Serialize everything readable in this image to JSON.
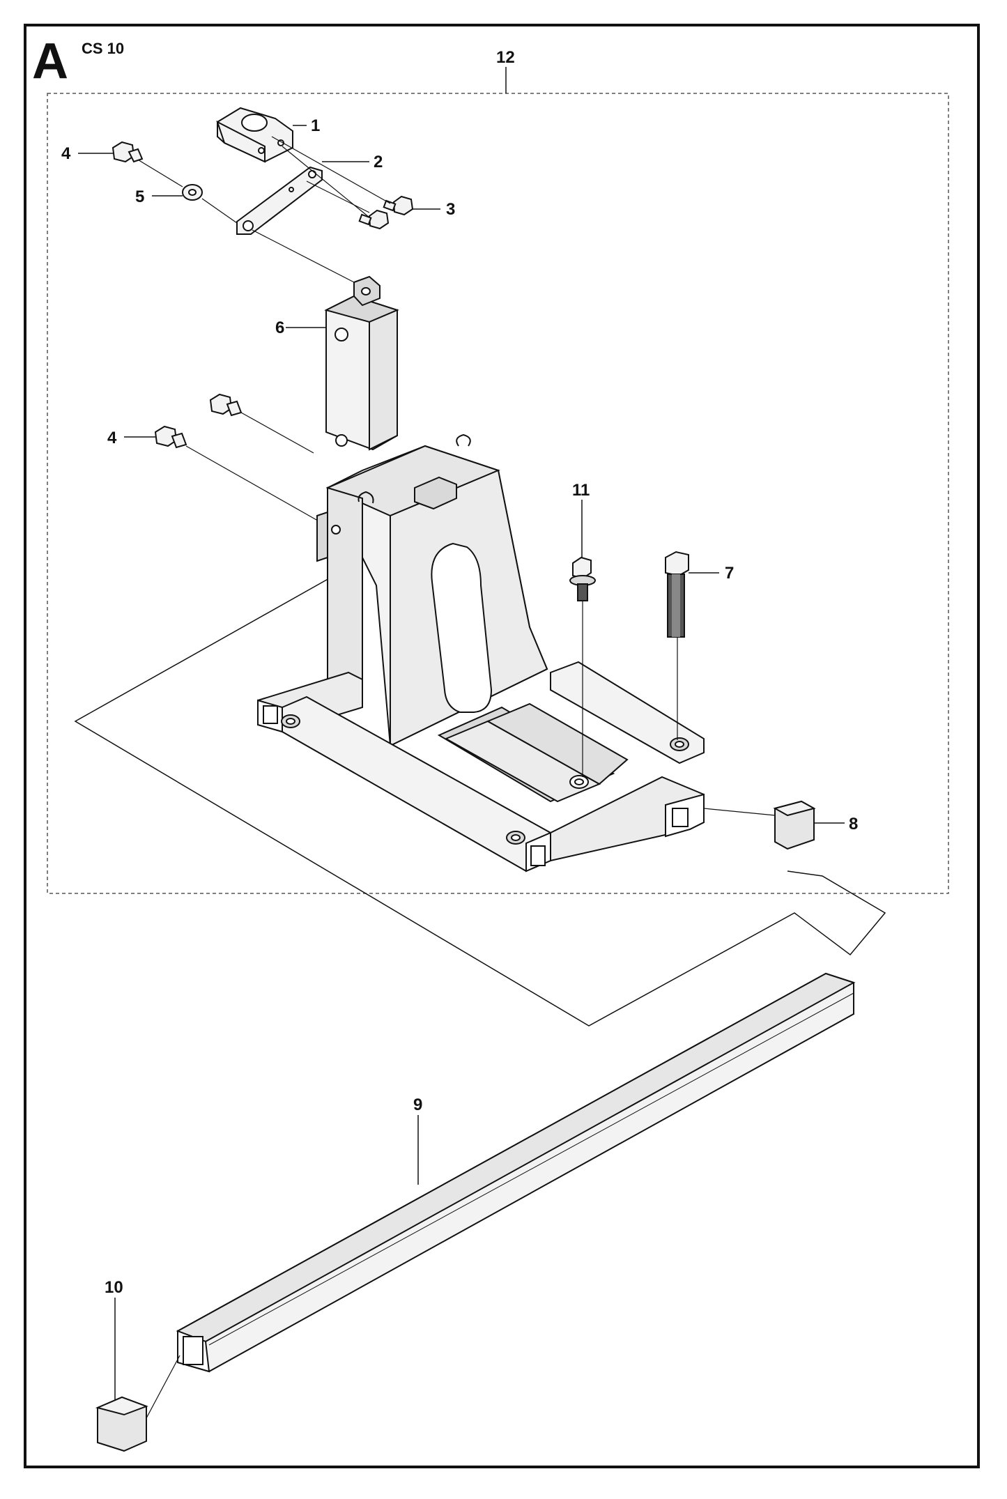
{
  "header": {
    "section_letter": "A",
    "model": "CS 10"
  },
  "callouts": [
    "1",
    "2",
    "3",
    "4",
    "5",
    "6",
    "4",
    "11",
    "7",
    "8",
    "12",
    "9",
    "10"
  ],
  "colors": {
    "line": "#111111",
    "part_fill": "#f3f3f3",
    "part_shade": "#d9d9d9",
    "group_border": "#555555"
  }
}
